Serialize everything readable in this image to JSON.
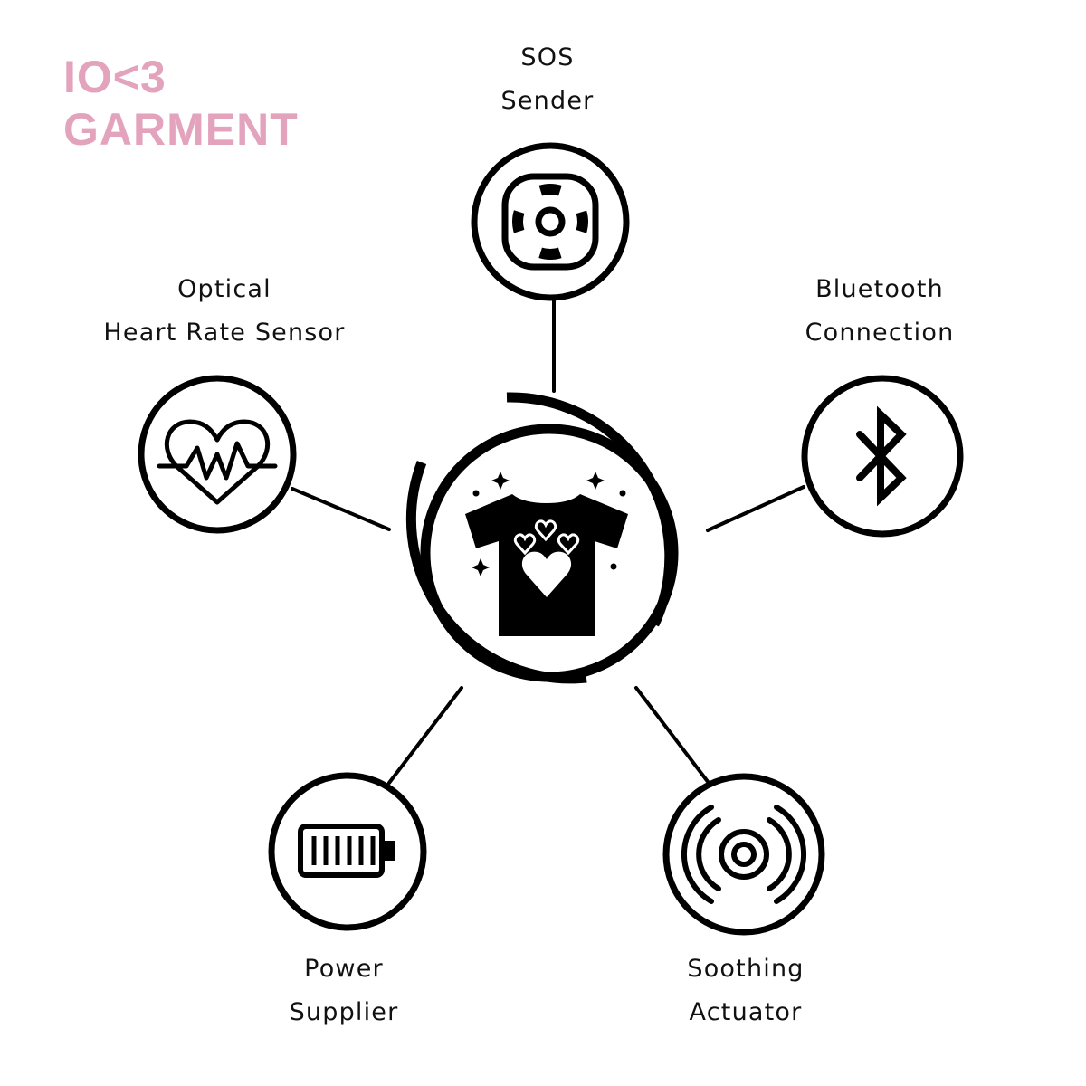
{
  "title": {
    "line1": "IO<3",
    "line2": "GARMENT",
    "color": "#e3a3bd"
  },
  "diagram": {
    "center_icon": "t-shirt-hearts-icon",
    "nodes": [
      {
        "id": "sos",
        "label_lines": [
          "SOS",
          "Sender"
        ],
        "icon": "lifebuoy-icon"
      },
      {
        "id": "bluetooth",
        "label_lines": [
          "Bluetooth",
          "Connection"
        ],
        "icon": "bluetooth-icon"
      },
      {
        "id": "heart",
        "label_lines": [
          "Optical",
          "Heart Rate Sensor"
        ],
        "icon": "heart-pulse-icon"
      },
      {
        "id": "power",
        "label_lines": [
          "Power",
          "Supplier"
        ],
        "icon": "battery-icon"
      },
      {
        "id": "soothing",
        "label_lines": [
          "Soothing",
          "Actuator"
        ],
        "icon": "vibration-icon"
      }
    ],
    "line_color": "#000000"
  }
}
